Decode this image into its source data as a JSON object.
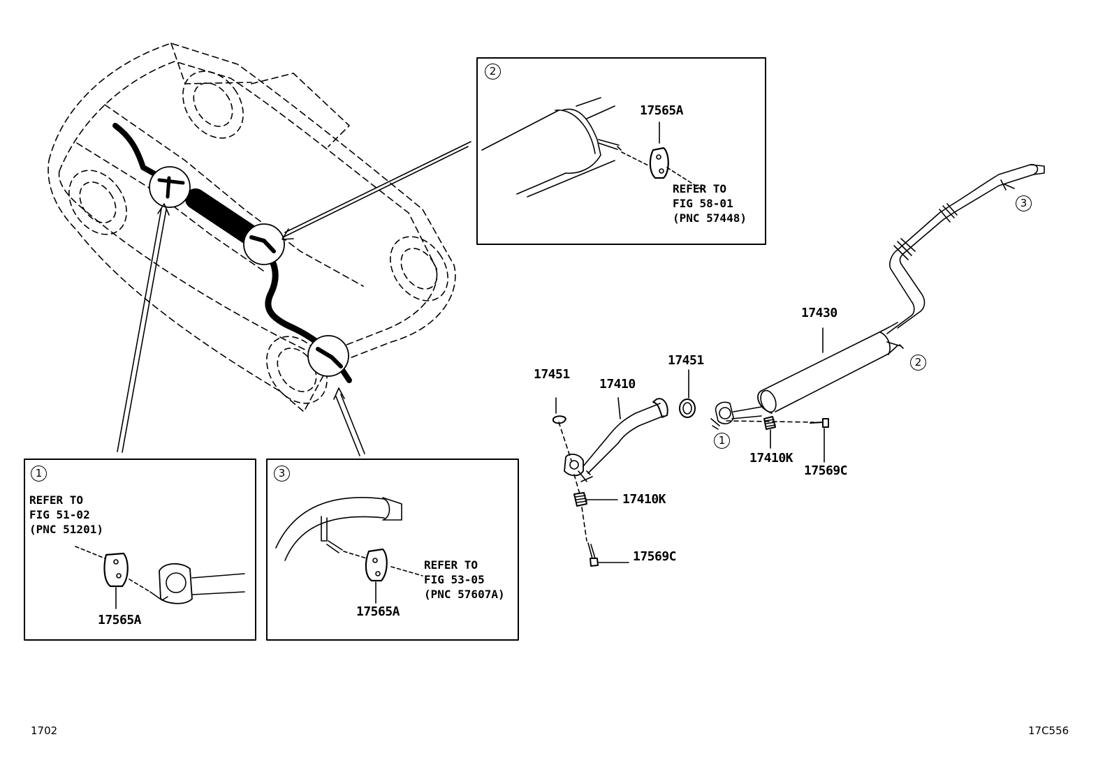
{
  "callouts": {
    "c1": "1",
    "c2": "2",
    "c3": "3"
  },
  "inset2": {
    "part": "17565A",
    "refer": [
      "REFER TO",
      "FIG 58-01",
      "(PNC 57448)"
    ]
  },
  "inset1": {
    "part": "17565A",
    "refer": [
      "REFER TO",
      "FIG 51-02",
      "(PNC 51201)"
    ]
  },
  "inset3": {
    "part": "17565A",
    "refer": [
      "REFER TO",
      "FIG 53-05",
      "(PNC 57607A)"
    ]
  },
  "parts": {
    "gasket_left": "17451",
    "front_pipe": "17410",
    "gasket_right": "17451",
    "tail_pipe": "17430",
    "spring_left": "17410K",
    "bolt_left": "17569C",
    "spring_right": "17410K",
    "bolt_right": "17569C"
  },
  "footer": {
    "page_code": "1702",
    "illustration_code": "17C556"
  }
}
